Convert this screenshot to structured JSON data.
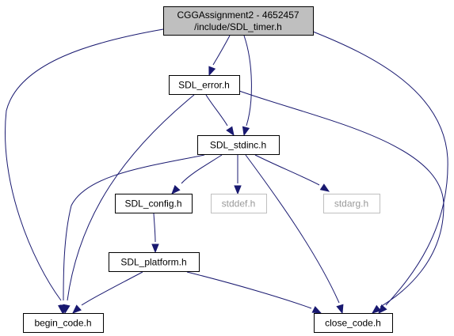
{
  "diagram": {
    "nodes": {
      "root": {
        "lines": [
          "CGGAssignment2 - 4652457",
          "/include/SDL_timer.h"
        ],
        "style": "root"
      },
      "sdl_error": {
        "lines": [
          "SDL_error.h"
        ],
        "style": "normal"
      },
      "sdl_stdinc": {
        "lines": [
          "SDL_stdinc.h"
        ],
        "style": "normal"
      },
      "sdl_config": {
        "lines": [
          "SDL_config.h"
        ],
        "style": "normal"
      },
      "stddef": {
        "lines": [
          "stddef.h"
        ],
        "style": "missing"
      },
      "stdarg": {
        "lines": [
          "stdarg.h"
        ],
        "style": "missing"
      },
      "sdl_platform": {
        "lines": [
          "SDL_platform.h"
        ],
        "style": "normal"
      },
      "begin_code": {
        "lines": [
          "begin_code.h"
        ],
        "style": "normal"
      },
      "close_code": {
        "lines": [
          "close_code.h"
        ],
        "style": "normal"
      }
    },
    "edges": [
      {
        "from": "root",
        "to": "begin_code"
      },
      {
        "from": "root",
        "to": "sdl_error"
      },
      {
        "from": "root",
        "to": "sdl_stdinc"
      },
      {
        "from": "root",
        "to": "close_code"
      },
      {
        "from": "sdl_error",
        "to": "sdl_stdinc"
      },
      {
        "from": "sdl_error",
        "to": "begin_code"
      },
      {
        "from": "sdl_error",
        "to": "close_code"
      },
      {
        "from": "sdl_stdinc",
        "to": "sdl_config"
      },
      {
        "from": "sdl_stdinc",
        "to": "stddef"
      },
      {
        "from": "sdl_stdinc",
        "to": "stdarg"
      },
      {
        "from": "sdl_stdinc",
        "to": "begin_code"
      },
      {
        "from": "sdl_stdinc",
        "to": "close_code"
      },
      {
        "from": "sdl_config",
        "to": "sdl_platform"
      },
      {
        "from": "sdl_platform",
        "to": "begin_code"
      },
      {
        "from": "sdl_platform",
        "to": "close_code"
      }
    ],
    "colors": {
      "edge": "#191970",
      "root_fill": "#bfbfbf",
      "missing_border": "#bfbfbf",
      "missing_text": "#999999"
    }
  }
}
